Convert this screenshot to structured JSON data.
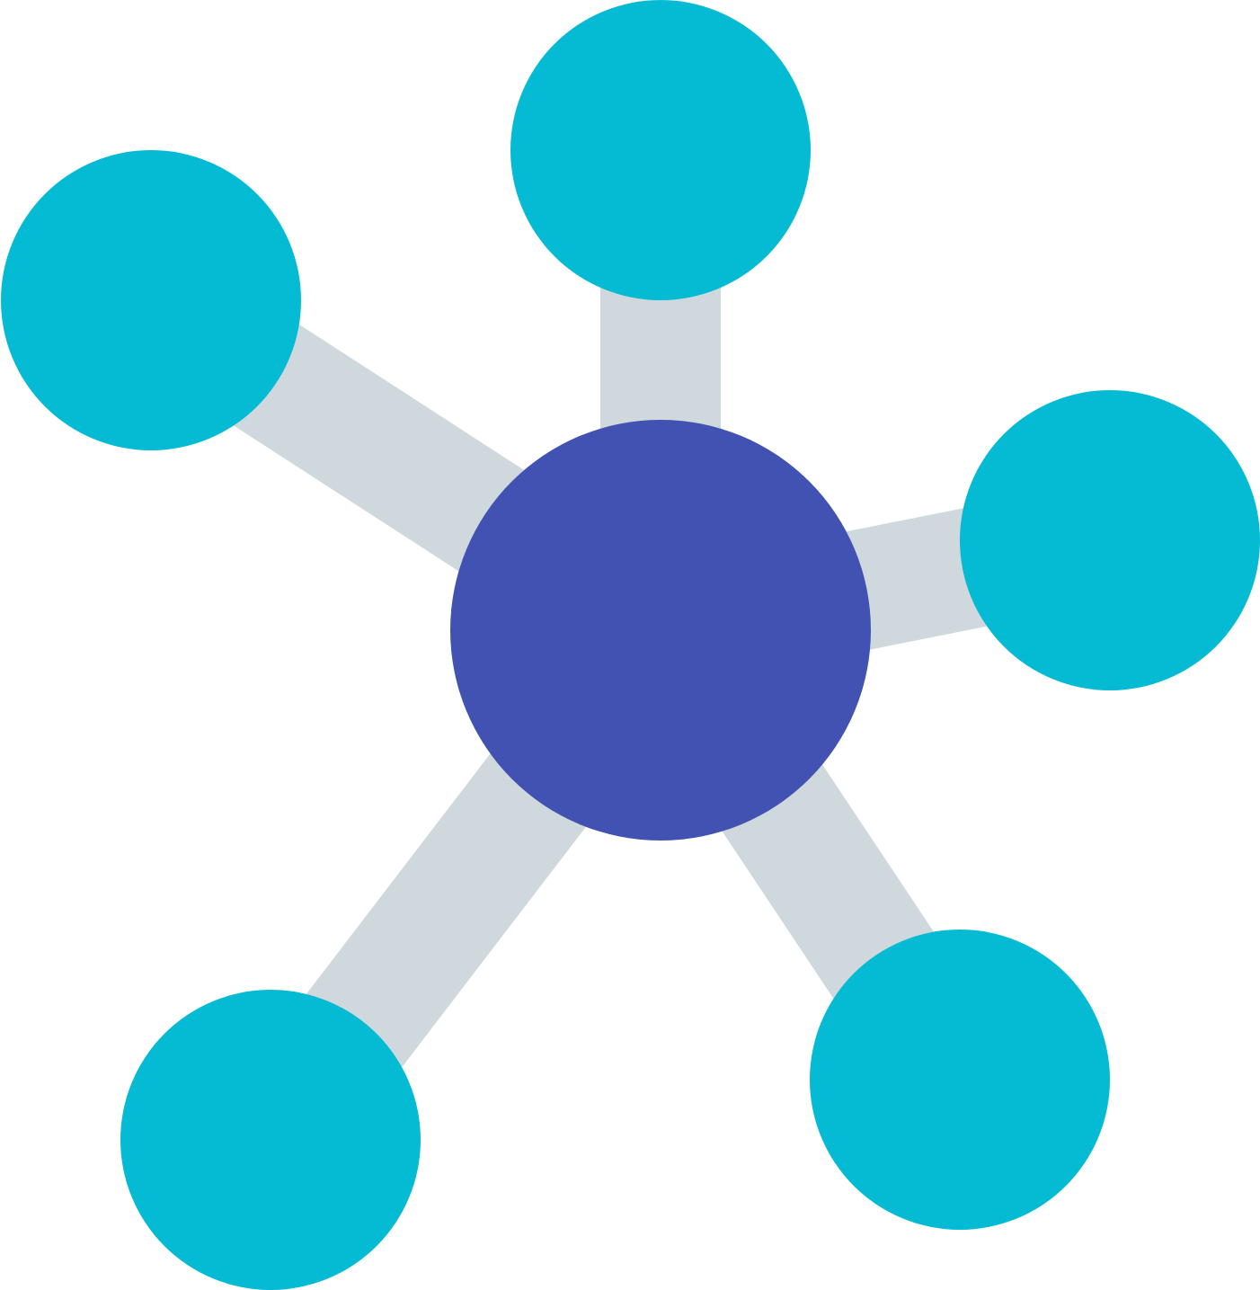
{
  "diagram": {
    "type": "hub-and-spoke network",
    "colors": {
      "hub": "#4152B3",
      "node": "#04BBD3",
      "edge": "#CFD8DC",
      "background": "#FFFFFF"
    },
    "hub": {
      "name": "hub-node"
    },
    "nodes": [
      {
        "name": "node-top"
      },
      {
        "name": "node-top-left"
      },
      {
        "name": "node-right"
      },
      {
        "name": "node-bottom-left"
      },
      {
        "name": "node-bottom-right"
      }
    ],
    "edges": [
      {
        "from": "hub-node",
        "to": "node-top"
      },
      {
        "from": "hub-node",
        "to": "node-top-left"
      },
      {
        "from": "hub-node",
        "to": "node-right"
      },
      {
        "from": "hub-node",
        "to": "node-bottom-left"
      },
      {
        "from": "hub-node",
        "to": "node-bottom-right"
      }
    ]
  }
}
